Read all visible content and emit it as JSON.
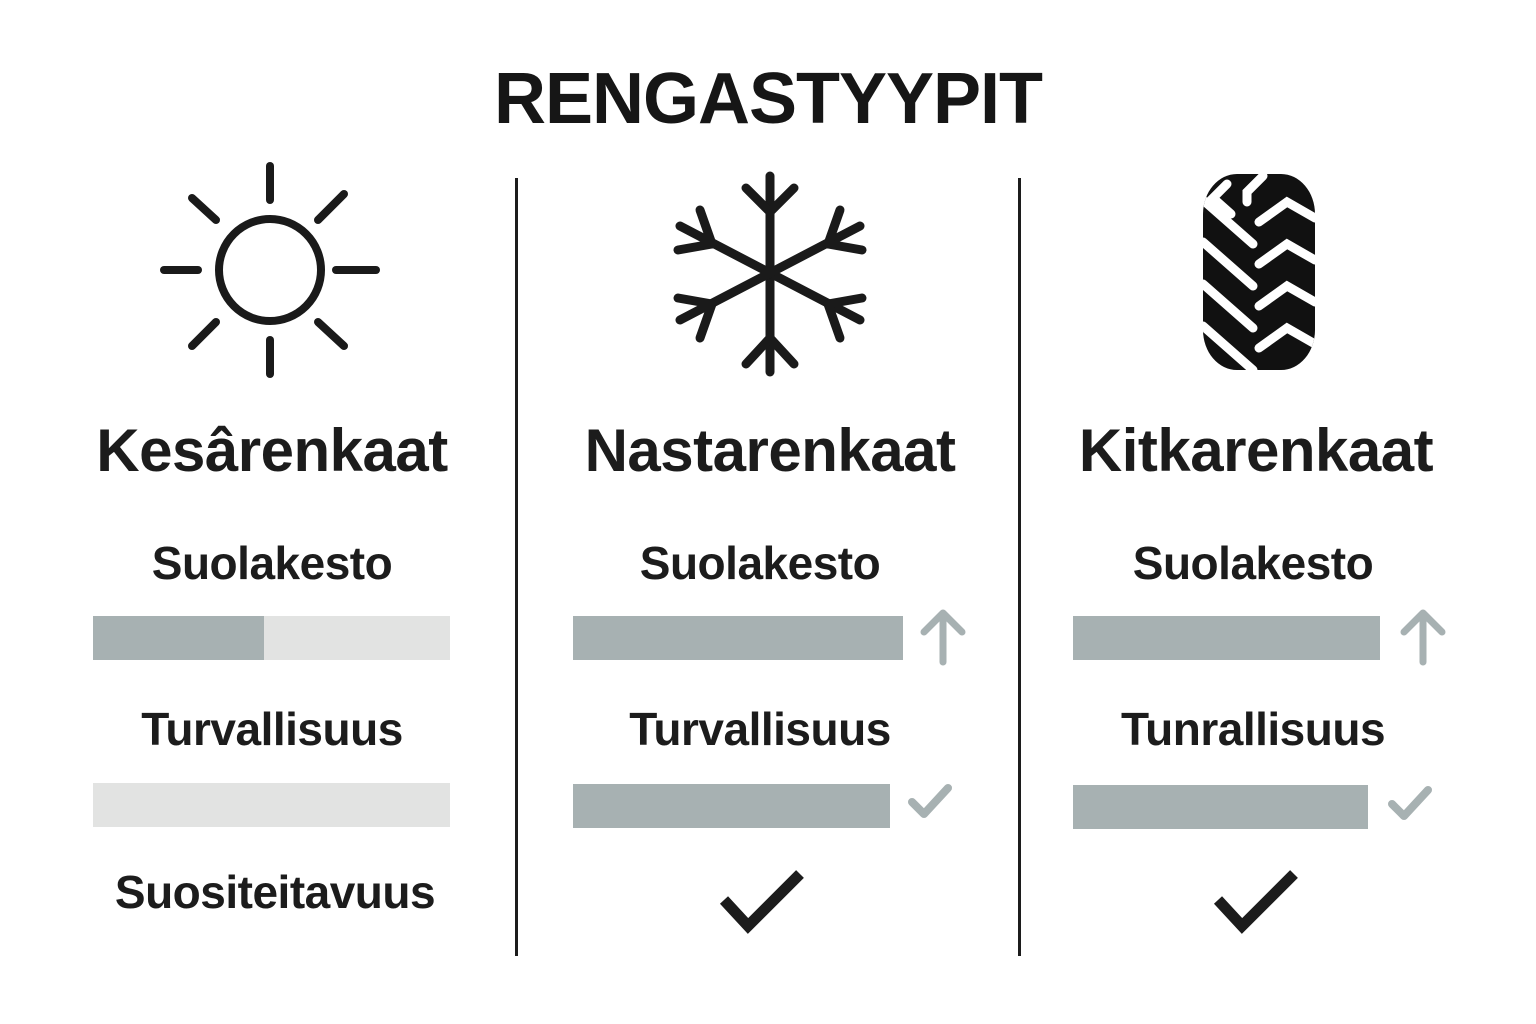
{
  "title": "RENGASTYYPIT",
  "colors": {
    "text": "#1c1c1c",
    "bar_fill": "#a7b1b2",
    "bar_track": "#e2e3e2",
    "indicator": "#a7b1b2",
    "divider": "#1c1c1c"
  },
  "columns": [
    {
      "icon": "sun-icon",
      "name": "Kesârenkaat",
      "salt_label": "Suolakesto",
      "salt_bar_percent": 48,
      "salt_indicator": "none",
      "safety_label": "Turvallisuus",
      "safety_bar_percent": 0,
      "safety_indicator": "none",
      "recommend_label": "Suositeitavuus",
      "recommend_indicator": "none"
    },
    {
      "icon": "snowflake-icon",
      "name": "Nastarenkaat",
      "salt_label": "Suolakesto",
      "salt_bar_percent": 100,
      "salt_indicator": "arrow-up-icon",
      "safety_label": "Turvallisuus",
      "safety_bar_percent": 100,
      "safety_indicator": "checkmark-icon",
      "recommend_indicator": "checkmark-icon"
    },
    {
      "icon": "tire-tread-icon",
      "name": "Kitkarenkaat",
      "salt_label": "Suolakesto",
      "salt_bar_percent": 100,
      "salt_indicator": "arrow-up-icon",
      "safety_label": "Tunrallisuus",
      "safety_bar_percent": 100,
      "safety_indicator": "checkmark-icon",
      "recommend_indicator": "checkmark-icon"
    }
  ]
}
